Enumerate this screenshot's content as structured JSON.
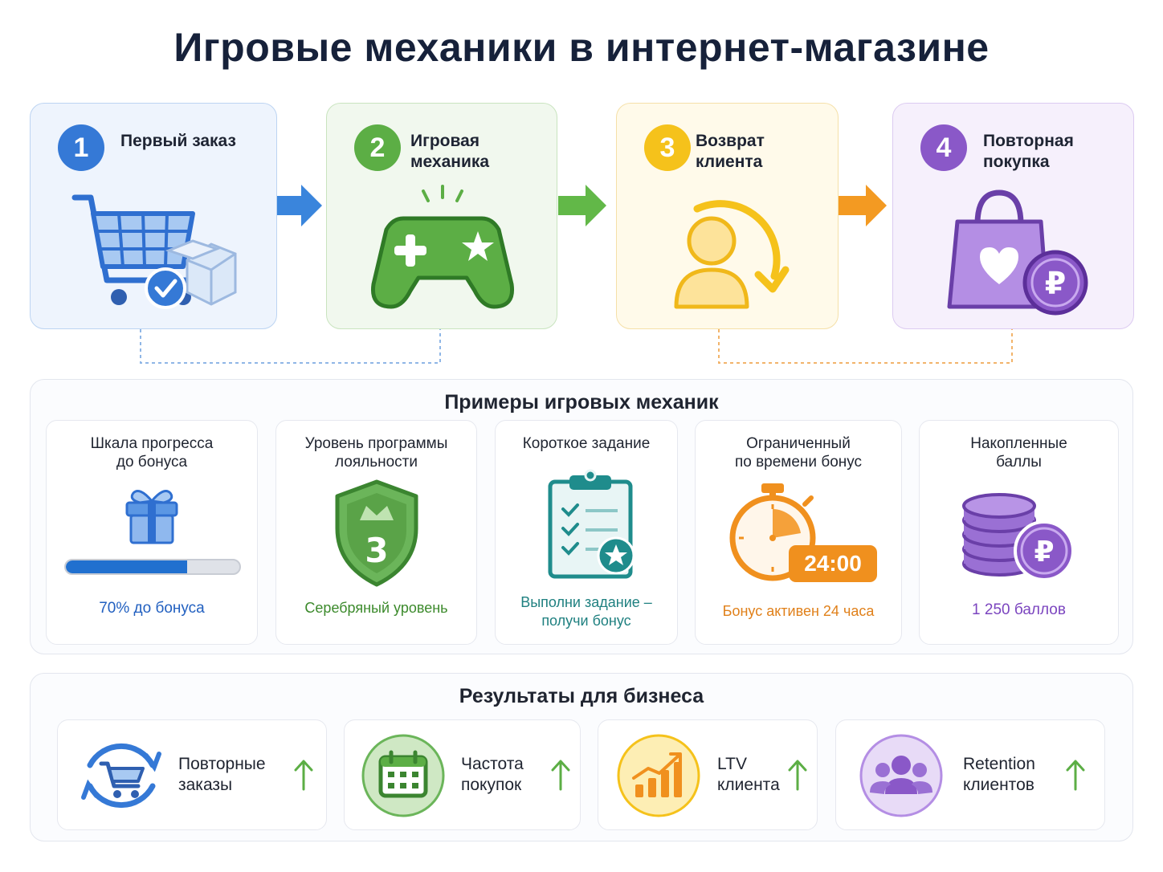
{
  "title": "Игровые механики в интернет-магазине",
  "colors": {
    "blue": "#3579d6",
    "green": "#5cae45",
    "yellow": "#f5c21b",
    "purple": "#8a58c8",
    "orange": "#f0901e",
    "teal": "#1f8c8c"
  },
  "steps": [
    {
      "number": "1",
      "label_line1": "Первый заказ",
      "label_line2": "",
      "icon": "shopping-cart-icon"
    },
    {
      "number": "2",
      "label_line1": "Игровая",
      "label_line2": "механика",
      "icon": "gamepad-icon"
    },
    {
      "number": "3",
      "label_line1": "Возврат",
      "label_line2": "клиента",
      "icon": "returning-user-icon"
    },
    {
      "number": "4",
      "label_line1": "Повторная",
      "label_line2": "покупка",
      "icon": "shopping-bag-icon"
    }
  ],
  "examples": {
    "title": "Примеры игровых механик",
    "cards": [
      {
        "title_line1": "Шкала прогресса",
        "title_line2": "до бонуса",
        "caption_line1": "70% до бонуса",
        "caption_line2": "",
        "progress": 0.7,
        "icon": "gift-icon"
      },
      {
        "title_line1": "Уровень программы",
        "title_line2": "лояльности",
        "caption_line1": "Серебряный уровень",
        "caption_line2": "",
        "level": "3",
        "icon": "shield-crown-icon"
      },
      {
        "title_line1": "Короткое задание",
        "title_line2": "",
        "caption_line1": "Выполни задание –",
        "caption_line2": "получи бонус",
        "icon": "checklist-icon"
      },
      {
        "title_line1": "Ограниченный",
        "title_line2": "по времени бонус",
        "caption_line1": "Бонус активен 24 часа",
        "caption_line2": "",
        "timer": "24:00",
        "icon": "stopwatch-icon"
      },
      {
        "title_line1": "Накопленные",
        "title_line2": "баллы",
        "caption_line1": "1 250 баллов",
        "caption_line2": "",
        "icon": "coins-icon"
      }
    ]
  },
  "results": {
    "title": "Результаты для бизнеса",
    "items": [
      {
        "line1": "Повторные",
        "line2": "заказы",
        "icon": "cart-cycle-icon"
      },
      {
        "line1": "Частота",
        "line2": "покупок",
        "icon": "calendar-icon"
      },
      {
        "line1": "LTV",
        "line2": "клиента",
        "icon": "growth-chart-icon"
      },
      {
        "line1": "Retention",
        "line2": "клиентов",
        "icon": "users-icon"
      }
    ]
  }
}
